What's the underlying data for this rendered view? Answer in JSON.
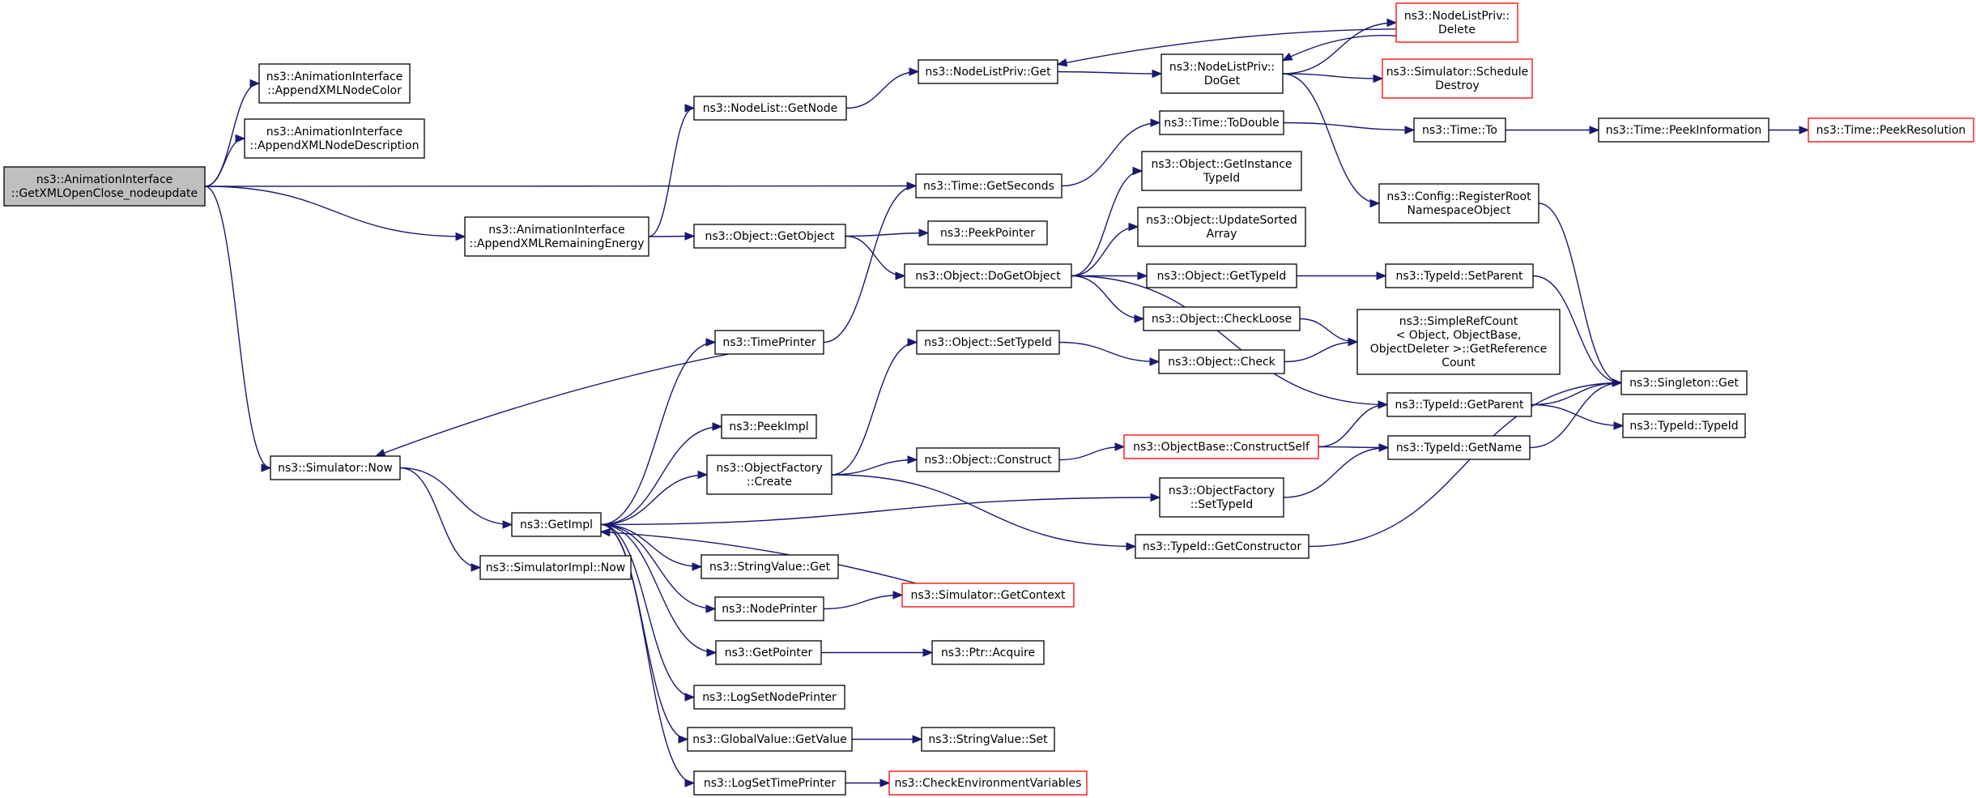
{
  "nodes": [
    {
      "id": "root",
      "lines": [
        "ns3::AnimationInterface",
        "::GetXMLOpenClose_nodeupdate"
      ],
      "style": "root"
    },
    {
      "id": "appendColor",
      "lines": [
        "ns3::AnimationInterface",
        "::AppendXMLNodeColor"
      ],
      "style": "normal"
    },
    {
      "id": "appendDesc",
      "lines": [
        "ns3::AnimationInterface",
        "::AppendXMLNodeDescription"
      ],
      "style": "normal"
    },
    {
      "id": "appendEnergy",
      "lines": [
        "ns3::AnimationInterface",
        "::AppendXMLRemainingEnergy"
      ],
      "style": "normal"
    },
    {
      "id": "simNow",
      "lines": [
        "ns3::Simulator::Now"
      ],
      "style": "normal"
    },
    {
      "id": "getImpl",
      "lines": [
        "ns3::GetImpl"
      ],
      "style": "normal"
    },
    {
      "id": "simImplNow",
      "lines": [
        "ns3::SimulatorImpl::Now"
      ],
      "style": "normal"
    },
    {
      "id": "nodeListGetNode",
      "lines": [
        "ns3::NodeList::GetNode"
      ],
      "style": "normal"
    },
    {
      "id": "objGetObject",
      "lines": [
        "ns3::Object::GetObject"
      ],
      "style": "normal"
    },
    {
      "id": "timePrinter",
      "lines": [
        "ns3::TimePrinter"
      ],
      "style": "normal"
    },
    {
      "id": "peekImpl",
      "lines": [
        "ns3::PeekImpl"
      ],
      "style": "normal"
    },
    {
      "id": "objFactoryCreate",
      "lines": [
        "ns3::ObjectFactory",
        "::Create"
      ],
      "style": "normal"
    },
    {
      "id": "stringValueGet",
      "lines": [
        "ns3::StringValue::Get"
      ],
      "style": "normal"
    },
    {
      "id": "nodePrinter",
      "lines": [
        "ns3::NodePrinter"
      ],
      "style": "normal"
    },
    {
      "id": "getPointer",
      "lines": [
        "ns3::GetPointer"
      ],
      "style": "normal"
    },
    {
      "id": "logSetNodePrinter",
      "lines": [
        "ns3::LogSetNodePrinter"
      ],
      "style": "normal"
    },
    {
      "id": "globalValueGetValue",
      "lines": [
        "ns3::GlobalValue::GetValue"
      ],
      "style": "normal"
    },
    {
      "id": "logSetTimePrinter",
      "lines": [
        "ns3::LogSetTimePrinter"
      ],
      "style": "normal"
    },
    {
      "id": "nodeListPrivGet",
      "lines": [
        "ns3::NodeListPriv::Get"
      ],
      "style": "normal"
    },
    {
      "id": "timeGetSeconds",
      "lines": [
        "ns3::Time::GetSeconds"
      ],
      "style": "normal"
    },
    {
      "id": "peekPointer",
      "lines": [
        "ns3::PeekPointer"
      ],
      "style": "normal"
    },
    {
      "id": "objDoGetObject",
      "lines": [
        "ns3::Object::DoGetObject"
      ],
      "style": "normal"
    },
    {
      "id": "objSetTypeId",
      "lines": [
        "ns3::Object::SetTypeId"
      ],
      "style": "normal"
    },
    {
      "id": "objConstruct",
      "lines": [
        "ns3::Object::Construct"
      ],
      "style": "normal"
    },
    {
      "id": "simGetContext",
      "lines": [
        "ns3::Simulator::GetContext"
      ],
      "style": "red"
    },
    {
      "id": "ptrAcquire",
      "lines": [
        "ns3::Ptr::Acquire"
      ],
      "style": "normal"
    },
    {
      "id": "stringValueSet",
      "lines": [
        "ns3::StringValue::Set"
      ],
      "style": "normal"
    },
    {
      "id": "checkEnvVars",
      "lines": [
        "ns3::CheckEnvironmentVariables"
      ],
      "style": "red"
    },
    {
      "id": "nodeListPrivDoGet",
      "lines": [
        "ns3::NodeListPriv::",
        "DoGet"
      ],
      "style": "normal"
    },
    {
      "id": "timeToDouble",
      "lines": [
        "ns3::Time::ToDouble"
      ],
      "style": "normal"
    },
    {
      "id": "objGetInstanceTypeId",
      "lines": [
        "ns3::Object::GetInstance",
        "TypeId"
      ],
      "style": "normal"
    },
    {
      "id": "objUpdateSortedArray",
      "lines": [
        "ns3::Object::UpdateSorted",
        "Array"
      ],
      "style": "normal"
    },
    {
      "id": "objGetTypeId",
      "lines": [
        "ns3::Object::GetTypeId"
      ],
      "style": "normal"
    },
    {
      "id": "objCheckLoose",
      "lines": [
        "ns3::Object::CheckLoose"
      ],
      "style": "normal"
    },
    {
      "id": "objCheck",
      "lines": [
        "ns3::Object::Check"
      ],
      "style": "normal"
    },
    {
      "id": "objBaseConstructSelf",
      "lines": [
        "ns3::ObjectBase::ConstructSelf"
      ],
      "style": "red"
    },
    {
      "id": "objFactorySetTypeId",
      "lines": [
        "ns3::ObjectFactory",
        "::SetTypeId"
      ],
      "style": "normal"
    },
    {
      "id": "typeIdGetConstructor",
      "lines": [
        "ns3::TypeId::GetConstructor"
      ],
      "style": "normal"
    },
    {
      "id": "nodeListPrivDelete",
      "lines": [
        "ns3::NodeListPriv::",
        "Delete"
      ],
      "style": "red"
    },
    {
      "id": "simScheduleDestroy",
      "lines": [
        "ns3::Simulator::Schedule",
        "Destroy"
      ],
      "style": "red"
    },
    {
      "id": "timeTo",
      "lines": [
        "ns3::Time::To"
      ],
      "style": "normal"
    },
    {
      "id": "configRegisterRoot",
      "lines": [
        "ns3::Config::RegisterRoot",
        "NamespaceObject"
      ],
      "style": "normal"
    },
    {
      "id": "typeIdSetParent",
      "lines": [
        "ns3::TypeId::SetParent"
      ],
      "style": "normal"
    },
    {
      "id": "simpleRefCount",
      "lines": [
        "ns3::SimpleRefCount",
        "< Object, ObjectBase,",
        "ObjectDeleter >::GetReference",
        "Count"
      ],
      "style": "normal"
    },
    {
      "id": "typeIdGetParent",
      "lines": [
        "ns3::TypeId::GetParent"
      ],
      "style": "normal"
    },
    {
      "id": "typeIdGetName",
      "lines": [
        "ns3::TypeId::GetName"
      ],
      "style": "normal"
    },
    {
      "id": "timePeekInformation",
      "lines": [
        "ns3::Time::PeekInformation"
      ],
      "style": "normal"
    },
    {
      "id": "timePeekResolution",
      "lines": [
        "ns3::Time::PeekResolution"
      ],
      "style": "red"
    },
    {
      "id": "singletonGet",
      "lines": [
        "ns3::Singleton::Get"
      ],
      "style": "normal"
    },
    {
      "id": "typeIdTypeId",
      "lines": [
        "ns3::TypeId::TypeId"
      ],
      "style": "normal"
    }
  ],
  "edges": [
    [
      "root",
      "appendColor"
    ],
    [
      "root",
      "appendDesc"
    ],
    [
      "root",
      "timeGetSeconds"
    ],
    [
      "root",
      "appendEnergy"
    ],
    [
      "root",
      "simNow"
    ],
    [
      "appendEnergy",
      "nodeListGetNode"
    ],
    [
      "appendEnergy",
      "objGetObject"
    ],
    [
      "nodeListGetNode",
      "nodeListPrivGet"
    ],
    [
      "nodeListPrivGet",
      "nodeListPrivDoGet"
    ],
    [
      "nodeListPrivDoGet",
      "nodeListPrivDelete"
    ],
    [
      "nodeListPrivDoGet",
      "simScheduleDestroy"
    ],
    [
      "nodeListPrivDoGet",
      "configRegisterRoot"
    ],
    [
      "nodeListPrivDelete",
      "nodeListPrivGet"
    ],
    [
      "nodeListPrivDelete",
      "nodeListPrivDoGet"
    ],
    [
      "objGetObject",
      "peekPointer"
    ],
    [
      "objGetObject",
      "objDoGetObject"
    ],
    [
      "objDoGetObject",
      "objGetInstanceTypeId"
    ],
    [
      "objDoGetObject",
      "objUpdateSortedArray"
    ],
    [
      "objDoGetObject",
      "objGetTypeId"
    ],
    [
      "objDoGetObject",
      "objCheckLoose"
    ],
    [
      "objDoGetObject",
      "typeIdGetParent"
    ],
    [
      "objGetTypeId",
      "typeIdSetParent"
    ],
    [
      "objCheckLoose",
      "simpleRefCount"
    ],
    [
      "objCheck",
      "simpleRefCount"
    ],
    [
      "objSetTypeId",
      "objCheck"
    ],
    [
      "timeGetSeconds",
      "timeToDouble"
    ],
    [
      "timeToDouble",
      "timeTo"
    ],
    [
      "timeTo",
      "timePeekInformation"
    ],
    [
      "timePeekInformation",
      "timePeekResolution"
    ],
    [
      "timePrinter",
      "timeGetSeconds"
    ],
    [
      "timePrinter",
      "simNow"
    ],
    [
      "simNow",
      "getImpl"
    ],
    [
      "simNow",
      "simImplNow"
    ],
    [
      "getImpl",
      "timePrinter"
    ],
    [
      "getImpl",
      "peekImpl"
    ],
    [
      "getImpl",
      "objFactoryCreate"
    ],
    [
      "getImpl",
      "objFactorySetTypeId"
    ],
    [
      "getImpl",
      "stringValueGet"
    ],
    [
      "getImpl",
      "nodePrinter"
    ],
    [
      "getImpl",
      "getPointer"
    ],
    [
      "getImpl",
      "logSetNodePrinter"
    ],
    [
      "getImpl",
      "globalValueGetValue"
    ],
    [
      "getImpl",
      "logSetTimePrinter"
    ],
    [
      "objFactoryCreate",
      "objSetTypeId"
    ],
    [
      "objFactoryCreate",
      "objConstruct"
    ],
    [
      "objFactoryCreate",
      "typeIdGetConstructor"
    ],
    [
      "objConstruct",
      "objBaseConstructSelf"
    ],
    [
      "objBaseConstructSelf",
      "typeIdGetParent"
    ],
    [
      "objBaseConstructSelf",
      "typeIdGetName"
    ],
    [
      "objFactorySetTypeId",
      "typeIdGetName"
    ],
    [
      "typeIdGetConstructor",
      "singletonGet"
    ],
    [
      "configRegisterRoot",
      "singletonGet"
    ],
    [
      "typeIdSetParent",
      "singletonGet"
    ],
    [
      "typeIdGetParent",
      "singletonGet"
    ],
    [
      "typeIdGetParent",
      "typeIdTypeId"
    ],
    [
      "typeIdGetName",
      "singletonGet"
    ],
    [
      "simGetContext",
      "getImpl"
    ],
    [
      "nodePrinter",
      "simGetContext"
    ],
    [
      "getPointer",
      "ptrAcquire"
    ],
    [
      "globalValueGetValue",
      "stringValueSet"
    ],
    [
      "logSetTimePrinter",
      "checkEnvVars"
    ]
  ]
}
